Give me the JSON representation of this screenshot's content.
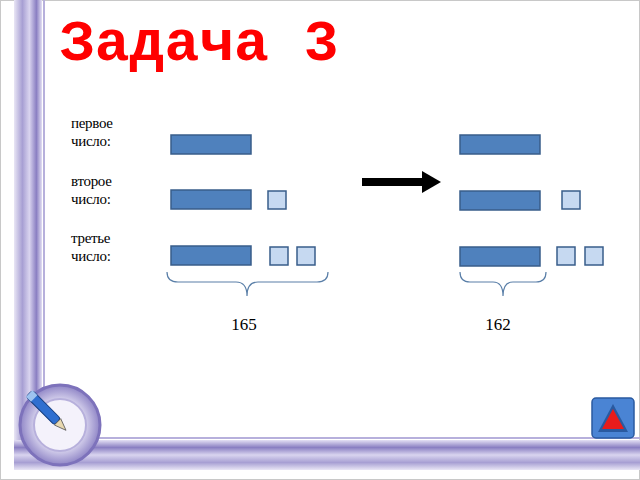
{
  "diagram": {
    "title": "Задача 3",
    "labels": [
      "первое число:",
      "второе число:",
      "третье число:",
      "165",
      "162"
    ]
  }
}
